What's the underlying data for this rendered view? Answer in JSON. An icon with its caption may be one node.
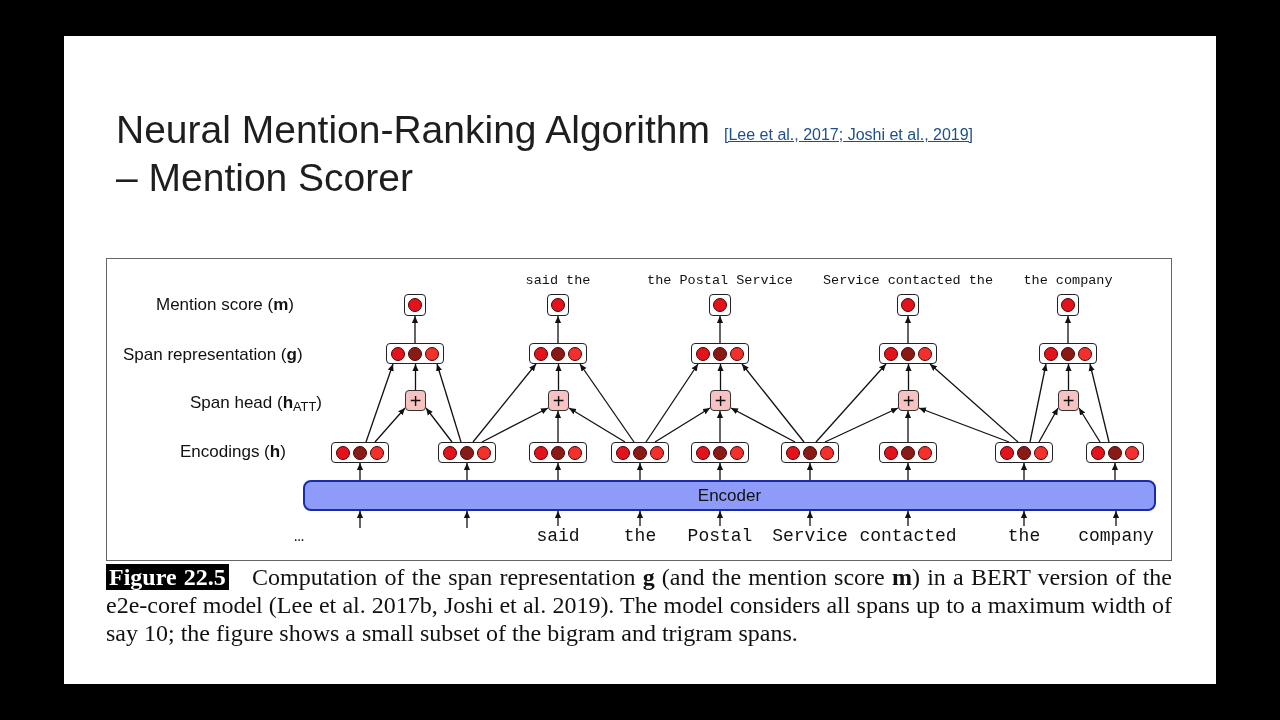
{
  "diagram": {
    "title": "Neural Mention-Ranking Algorithm – Mention Scorer",
    "caption": "**Figure 22.5** Computation of the span representation **g** (and the mention score **m**) in a BERT version of the e2e-coref model (Lee et al. 2017b, Joshi et al. 2019). The model considers all spans up to a maximum width of say 10; the figure shows a small subset of the bigram and trigram spans.",
    "nodes": [
      {
        "text": [],
        "shape": "box"
      },
      {
        "text": [],
        "shape": "box",
        "beside": [
          "said the"
        ]
      },
      {
        "text": [],
        "shape": "box",
        "beside": [
          "the Postal Service"
        ]
      },
      {
        "text": [],
        "shape": "box",
        "beside": [
          "Service contacted the"
        ]
      },
      {
        "text": [],
        "shape": "box",
        "beside": [
          "the company"
        ]
      },
      {
        "text": [],
        "shape": "box"
      },
      {
        "text": [],
        "shape": "box"
      },
      {
        "text": [],
        "shape": "box"
      },
      {
        "text": [],
        "shape": "box"
      },
      {
        "text": [],
        "shape": "box"
      },
      {
        "text": [
          "+"
        ]
      },
      {
        "text": [
          "+"
        ]
      },
      {
        "text": [
          "+"
        ]
      },
      {
        "text": [
          "+"
        ]
      },
      {
        "text": [
          "+"
        ]
      },
      {
        "text": [],
        "shape": "box"
      },
      {
        "text": [],
        "shape": "box"
      },
      {
        "text": [],
        "shape": "box"
      },
      {
        "text": [],
        "shape": "box"
      },
      {
        "text": [],
        "shape": "box"
      },
      {
        "text": [],
        "shape": "box"
      },
      {
        "text": [],
        "shape": "box"
      },
      {
        "text": [],
        "shape": "box"
      },
      {
        "text": [],
        "shape": "box"
      },
      {
        "text": [
          "Encoder"
        ]
      },
      {
        "text": [
          "said"
        ]
      },
      {
        "text": [
          "the"
        ]
      },
      {
        "text": [
          "Postal"
        ]
      },
      {
        "text": [
          "Service"
        ]
      },
      {
        "text": [
          "contacted"
        ]
      },
      {
        "text": [
          "the"
        ]
      },
      {
        "text": [
          "company"
        ]
      }
    ],
    "edges": [
      {
        "from": null,
        "to": 24,
        "arrow": "to"
      },
      {
        "from": null,
        "to": 24,
        "arrow": "to"
      },
      {
        "from": 25,
        "to": 24,
        "arrow": "to"
      },
      {
        "from": 26,
        "to": 24,
        "arrow": "to"
      },
      {
        "from": 27,
        "to": 24,
        "arrow": "to"
      },
      {
        "from": 28,
        "to": 24,
        "arrow": "to"
      },
      {
        "from": 29,
        "to": 24,
        "arrow": "to"
      },
      {
        "from": 30,
        "to": 24,
        "arrow": "to"
      },
      {
        "from": 31,
        "to": 24,
        "arrow": "to"
      },
      {
        "from": 24,
        "to": 15,
        "arrow": "to"
      },
      {
        "from": 24,
        "to": 16,
        "arrow": "to"
      },
      {
        "from": 24,
        "to": 17,
        "arrow": "to"
      },
      {
        "from": 24,
        "to": 18,
        "arrow": "to"
      },
      {
        "from": 24,
        "to": 19,
        "arrow": "to"
      },
      {
        "from": 24,
        "to": 20,
        "arrow": "to"
      },
      {
        "from": 24,
        "to": 21,
        "arrow": "to"
      },
      {
        "from": 24,
        "to": 22,
        "arrow": "to"
      },
      {
        "from": 24,
        "to": 23,
        "arrow": "to"
      },
      {
        "from": 15,
        "to": 5,
        "arrow": "to"
      },
      {
        "from": 15,
        "to": 10,
        "arrow": "to"
      },
      {
        "from": 16,
        "to": 10,
        "arrow": "to"
      },
      {
        "from": 16,
        "to": 5,
        "arrow": "to"
      },
      {
        "from": 16,
        "to": 6,
        "arrow": "to"
      },
      {
        "from": 16,
        "to": 11,
        "arrow": "to"
      },
      {
        "from": 17,
        "to": 11,
        "arrow": "to"
      },
      {
        "from": 18,
        "to": 11,
        "arrow": "to"
      },
      {
        "from": 18,
        "to": 6,
        "arrow": "to"
      },
      {
        "from": 18,
        "to": 7,
        "arrow": "to"
      },
      {
        "from": 18,
        "to": 12,
        "arrow": "to"
      },
      {
        "from": 19,
        "to": 12,
        "arrow": "to"
      },
      {
        "from": 20,
        "to": 12,
        "arrow": "to"
      },
      {
        "from": 20,
        "to": 7,
        "arrow": "to"
      },
      {
        "from": 20,
        "to": 8,
        "arrow": "to"
      },
      {
        "from": 20,
        "to": 13,
        "arrow": "to"
      },
      {
        "from": 21,
        "to": 13,
        "arrow": "to"
      },
      {
        "from": 22,
        "to": 13,
        "arrow": "to"
      },
      {
        "from": 22,
        "to": 8,
        "arrow": "to"
      },
      {
        "from": 22,
        "to": 9,
        "arrow": "to"
      },
      {
        "from": 22,
        "to": 14,
        "arrow": "to"
      },
      {
        "from": 23,
        "to": 14,
        "arrow": "to"
      },
      {
        "from": 23,
        "to": 9,
        "arrow": "to"
      },
      {
        "from": 10,
        "to": 5,
        "arrow": "to"
      },
      {
        "from": 11,
        "to": 6,
        "arrow": "to"
      },
      {
        "from": 12,
        "to": 7,
        "arrow": "to"
      },
      {
        "from": 13,
        "to": 8,
        "arrow": "to"
      },
      {
        "from": 14,
        "to": 9,
        "arrow": "to"
      },
      {
        "from": 5,
        "to": 0,
        "arrow": "to"
      },
      {
        "from": 6,
        "to": 1,
        "arrow": "to"
      },
      {
        "from": 7,
        "to": 2,
        "arrow": "to"
      },
      {
        "from": 8,
        "to": 3,
        "arrow": "to"
      },
      {
        "from": 9,
        "to": 4,
        "arrow": "to"
      }
    ],
    "labels": [
      "[Lee et al., 2017; Joshi et al., 2019]",
      "Mention score (**m**)",
      "Span representation (**g**)",
      "Span head (**h**$_{ATT}$)",
      "Encodings (**h**)",
      "…"
    ]
  }
}
